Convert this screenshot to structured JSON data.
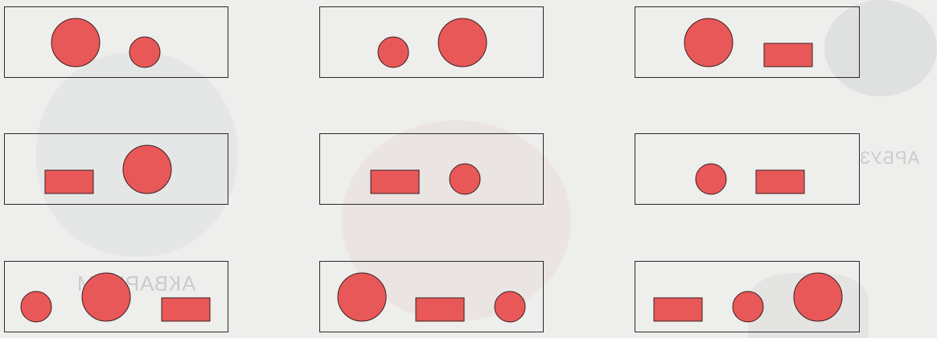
{
  "background": {
    "bleed_text": [
      "АКВАРИУМ",
      "АРБУЗ"
    ]
  },
  "colors": {
    "shape_fill": "#e85858",
    "shape_stroke": "#3a2020",
    "card_border": "#2a2a2a"
  },
  "cards": [
    {
      "shapes": [
        {
          "type": "circle",
          "size": "large"
        },
        {
          "type": "circle",
          "size": "small"
        }
      ]
    },
    {
      "shapes": [
        {
          "type": "circle",
          "size": "small"
        },
        {
          "type": "circle",
          "size": "large"
        }
      ]
    },
    {
      "shapes": [
        {
          "type": "circle",
          "size": "large"
        },
        {
          "type": "rectangle"
        }
      ]
    },
    {
      "shapes": [
        {
          "type": "rectangle"
        },
        {
          "type": "circle",
          "size": "large"
        }
      ]
    },
    {
      "shapes": [
        {
          "type": "rectangle"
        },
        {
          "type": "circle",
          "size": "small"
        }
      ]
    },
    {
      "shapes": [
        {
          "type": "circle",
          "size": "small"
        },
        {
          "type": "rectangle"
        }
      ]
    },
    {
      "shapes": [
        {
          "type": "circle",
          "size": "small"
        },
        {
          "type": "circle",
          "size": "large"
        },
        {
          "type": "rectangle"
        }
      ]
    },
    {
      "shapes": [
        {
          "type": "circle",
          "size": "large"
        },
        {
          "type": "rectangle"
        },
        {
          "type": "circle",
          "size": "small"
        }
      ]
    },
    {
      "shapes": [
        {
          "type": "rectangle"
        },
        {
          "type": "circle",
          "size": "small"
        },
        {
          "type": "circle",
          "size": "large"
        }
      ]
    }
  ]
}
